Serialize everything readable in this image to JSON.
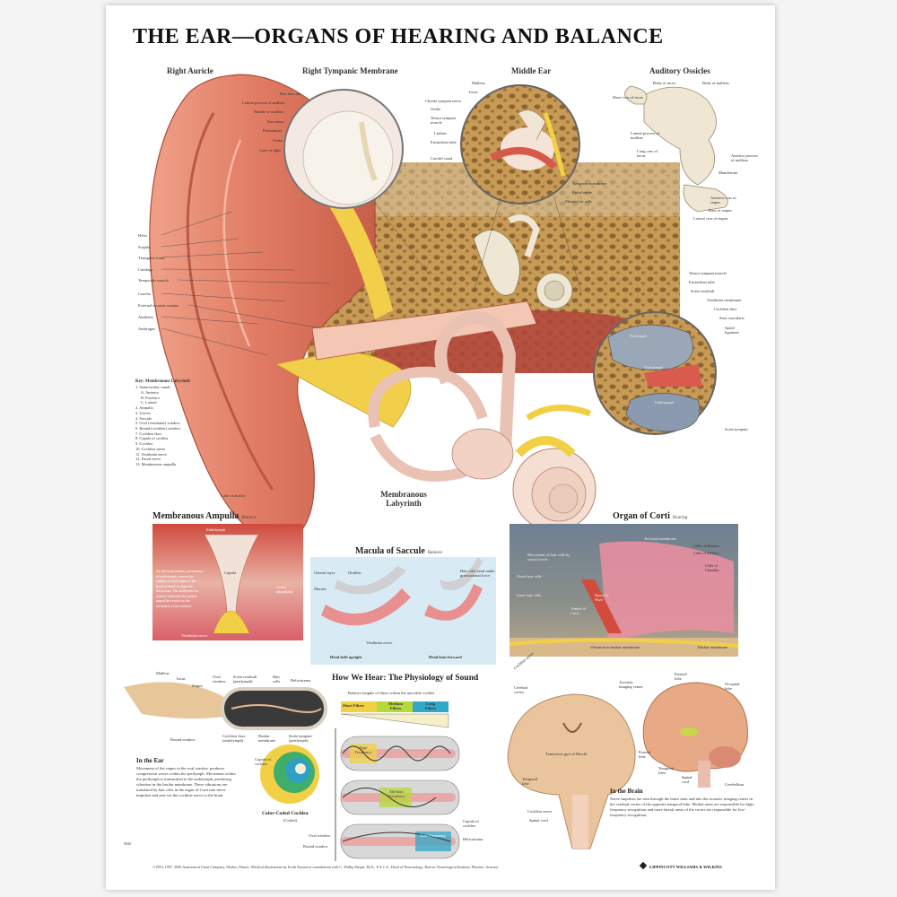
{
  "title": "THE  EAR—ORGANS OF HEARING AND BALANCE",
  "headings": {
    "right_auricle": "Right Auricle",
    "tympanic": "Right Tympanic Membrane",
    "middle_ear": "Middle Ear",
    "ossicles": "Auditory Ossicles",
    "membranous_labyrinth": "Membranous Labyrinth",
    "ampulla": "Membranous Ampulla",
    "ampulla_sub": "Balance",
    "macula": "Macula of Saccule",
    "macula_sub": "Balance",
    "corti": "Organ of Corti",
    "corti_sub": "Hearing",
    "how_we_hear": "How We Hear: The Physiology of Sound",
    "in_the_ear": "In the Ear",
    "in_the_brain": "In the Brain",
    "color_cochlea": "Color-Coded Cochlea"
  },
  "auricle_labels": [
    "Helix",
    "Scapha",
    "Triangular fossa",
    "Cartilage",
    "Temporalis muscle",
    "Concha",
    "External acoustic meatus",
    "Antihelix",
    "Antitragus",
    "Lobe of auricle"
  ],
  "tympanic_labels": [
    "Pars flaccida",
    "Lateral process of malleus",
    "Handle of malleus",
    "Pars tensa",
    "Promontory",
    "Umbo",
    "Cone of light"
  ],
  "middle_ear_labels": [
    "Malleus",
    "Incus",
    "Chorda tympani nerve",
    "Umbo",
    "Tensor tympani muscle",
    "Limbus",
    "Eustachian tube",
    "Carotid canal",
    "Tympanic membrane",
    "Facial nerve",
    "Mastoid air cells"
  ],
  "ossicle_labels": [
    "Body of incus",
    "Body of malleus",
    "Short crus of incus",
    "Lateral process of malleus",
    "Long crus of incus",
    "Anterior process of malleus",
    "Manubrium",
    "Anterior crus of stapes",
    "Base of stapes",
    "Lateral crus of stapes"
  ],
  "right_labels": [
    "Tensor tympani muscle",
    "Eustachian tube",
    "Scala vestibuli",
    "Vestibular membrane",
    "Cochlear duct",
    "Stria vascularis",
    "Spiral ligament",
    "Scala tympani"
  ],
  "cochlea_circle_labels": [
    "Perilymph",
    "Endolymph",
    "Endolymph"
  ],
  "key": {
    "title": "Key: Membranous Labyrinth",
    "items": [
      "1. Semicircular canals",
      "A. Anterior",
      "B. Posterior",
      "C. Lateral",
      "2. Ampulla",
      "3. Utricle",
      "4. Saccule",
      "5. Oval (vestibular) window",
      "6. Round (cochlear) window",
      "7. Cochlear duct",
      "8. Cupula of cochlea",
      "9. Cochlea",
      "10. Cochlear nerve",
      "11. Vestibular nerve",
      "12. Facial nerve",
      "13. Membranous ampulla"
    ]
  },
  "ampulla_labels": {
    "endolymph": "Endolymph",
    "cupula": "Cupula",
    "crista": "Crista ampullaris",
    "vestibular_nerve": "Vestibular nerve",
    "text": "As the head rotates, movement of endolymph causes the cupula on both sides of the head to bend in opposite directions. The difference in activity between the paired ampullae results in the sensation of movement."
  },
  "macula_labels": {
    "gelatin": "Gelatin layer",
    "otoliths": "Otoliths",
    "macula": "Macula",
    "hair_cells": "Hair cells bend under gravitational force",
    "vest_nerve": "Vestibular nerve",
    "upright": "Head held upright",
    "forward": "Head bent forward"
  },
  "corti_labels": {
    "tectorial": "Tectorial membrane",
    "hensen": "Cells of Hensen",
    "deiters": "Cells of Deiters",
    "claudius": "Cells of Claudius",
    "movement": "Movement of hair cells by sound waves",
    "outer": "Outer hair cells",
    "inner": "Inner hair cells",
    "space": "Space of Nuel",
    "tunnel": "Tunnel of Corti",
    "vibration": "Vibration in basilar membrane",
    "basilar": "Basilar membrane",
    "nerve": "Cochlear nerve"
  },
  "ear_diagram_labels": [
    "Malleus",
    "Incus",
    "Stapes",
    "Oval window",
    "Scala vestibuli (perilymph)",
    "Hair cells",
    "Helicotrema",
    "Round window",
    "Cochlear duct (endolymph)",
    "Basilar membrane",
    "Scala tympani (perilymph)"
  ],
  "in_the_ear_text": "Movement of the stapes in the oval window produces compression waves within the perilymph. Movement within the perilymph is transmitted to the endolymph, producing vibration in the basilar membrane. These vibrations are translated by hair cells in the organ of Corti into nerve impulses and sent via the cochlear nerve to the brain.",
  "cochlea_labels": {
    "cupula": "Cupula of cochlea",
    "coiled": "(Coiled)"
  },
  "how_we_hear": {
    "subtitle": "Relative lengths of fibers within the uncoiled cochlea",
    "fibers": [
      "Short Fibers",
      "Medium Fibers",
      "Long Fibers"
    ],
    "bands": [
      "High Frequency",
      "Medium Frequency",
      "Low Frequency"
    ],
    "labels": [
      "Cupula of cochlea",
      "Helicotrema",
      "Oval window",
      "Round window"
    ]
  },
  "brain_labels": [
    "Cerebral cortex",
    "Transverse gyri of Heschl",
    "Temporal lobe",
    "Cochlear nerve",
    "Spinal cord",
    "Acoustic imaging center",
    "Parietal lobe",
    "Occipital lobe",
    "Frontal lobe",
    "Temporal lobe",
    "Spinal cord",
    "Cerebellum"
  ],
  "in_the_brain_text": "Nerve impulses are sent through the brain stem and into the acoustic imaging center in the cerebral cortex of the opposite temporal lobe. Medial areas are responsible for high-frequency recognition and more lateral areas of the cortex are responsible for low-frequency recognition.",
  "footer": "©1993, 1997, 2000 Anatomical Chart Company, Skokie, Illinois. Medical illustrations by Keith Kasnot in consultation with C. Phillip Daspit, M.D., F.A.C.S., Head of Neurotology, Barrow Neurological Institute, Phoenix, Arizona.",
  "chart_no": "9840",
  "publisher": "LIPPINCOTT WILLIAMS & WILKINS",
  "colors": {
    "skin": "#e8826a",
    "bone": "#c9a15c",
    "cartilage": "#f0d35a",
    "nerve": "#f2d046",
    "labyrinth": "#f3d6c8",
    "fluid": "#7f93b0"
  }
}
